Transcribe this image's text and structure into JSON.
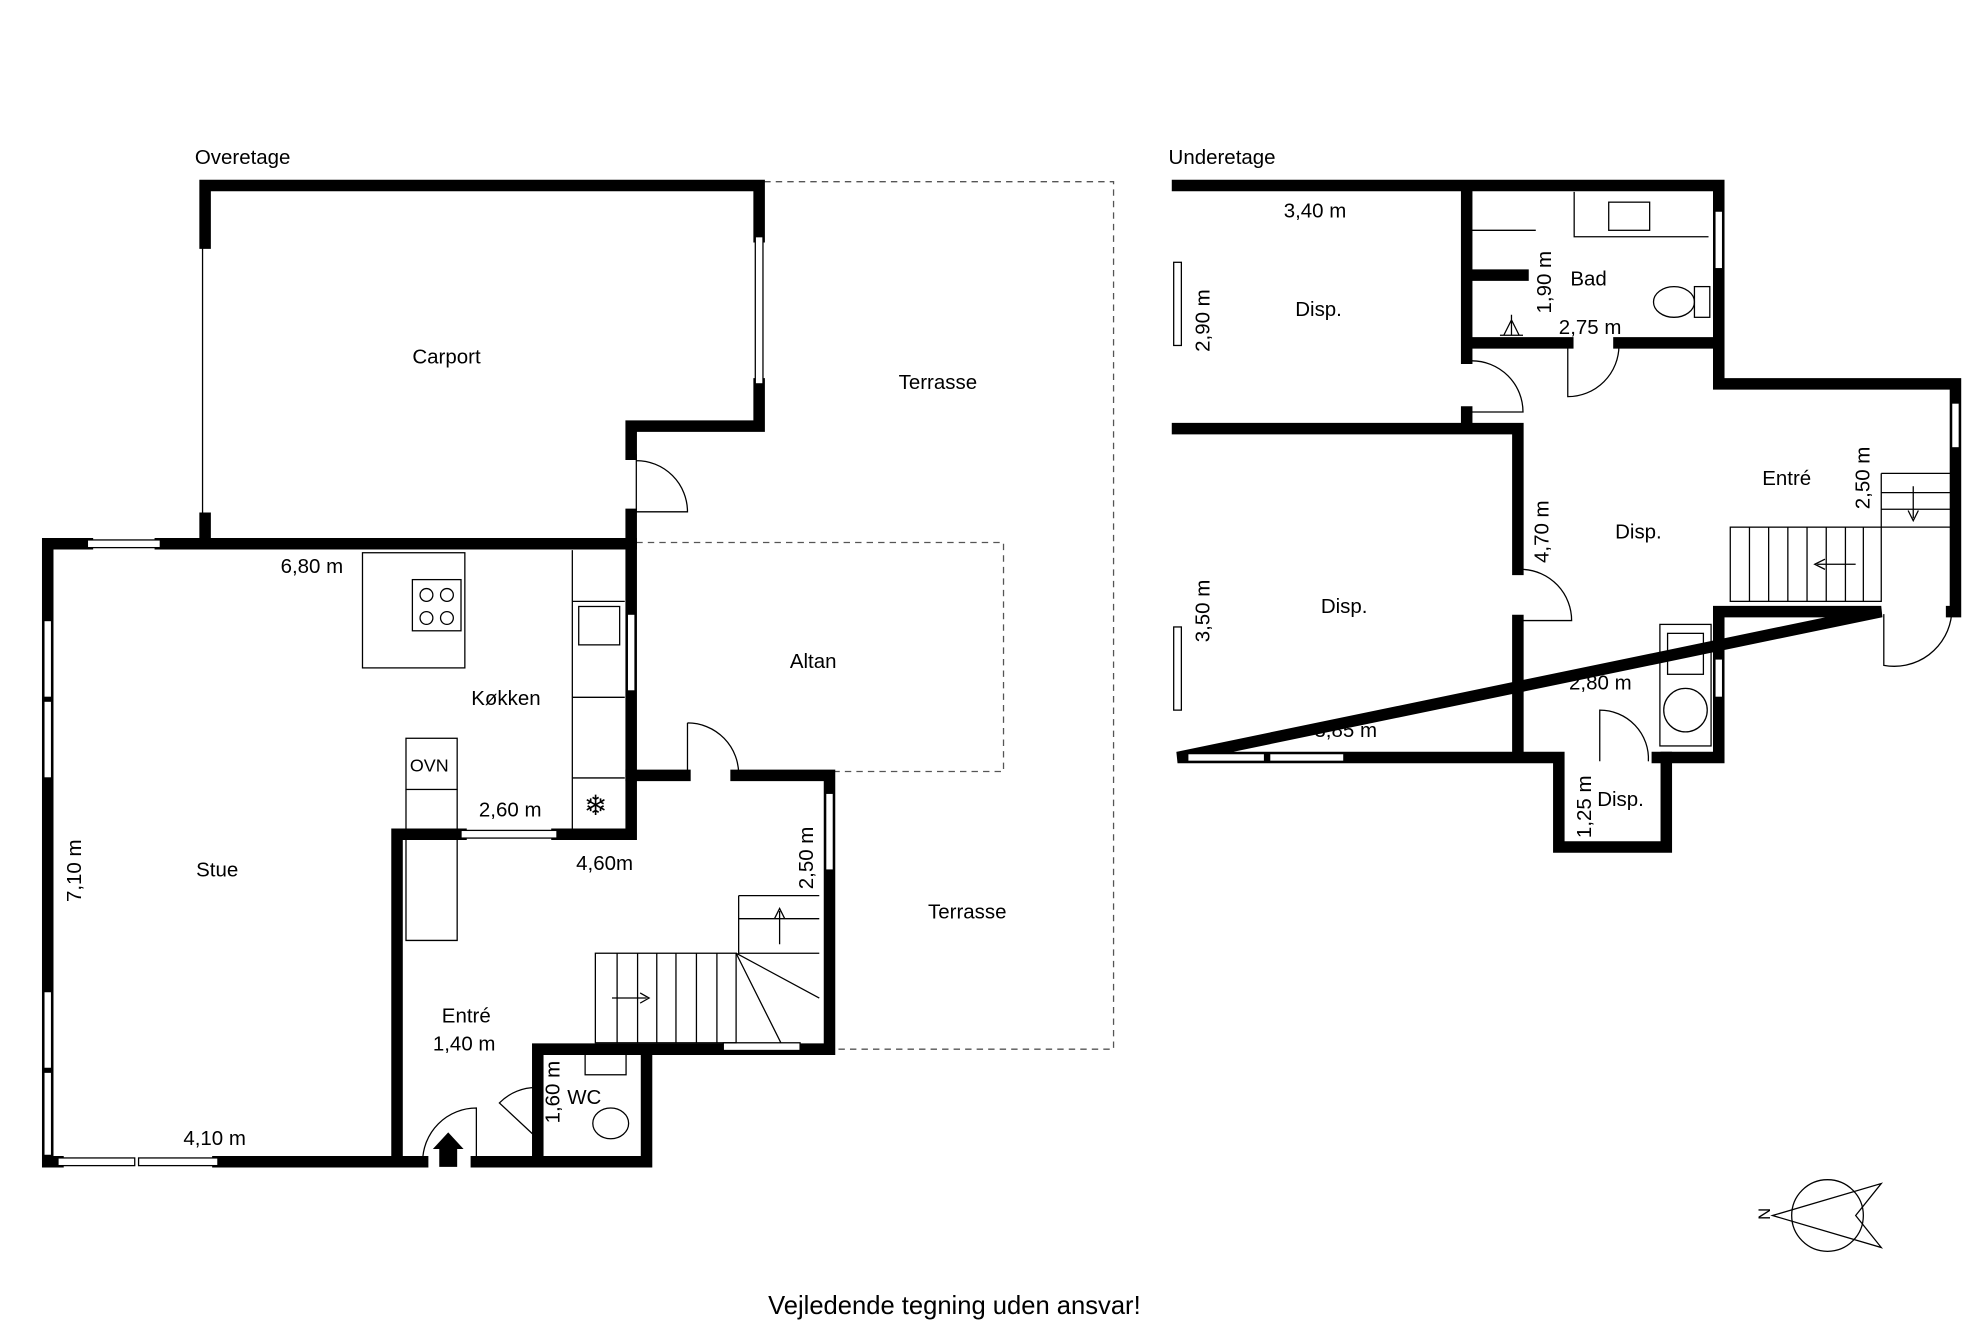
{
  "floors": {
    "upper": {
      "title": "Overetage",
      "rooms": {
        "carport": "Carport",
        "terrasse_top": "Terrasse",
        "terrasse_bottom": "Terrasse",
        "altan": "Altan",
        "kokken": "Køkken",
        "stue": "Stue",
        "entre": "Entré",
        "wc": "WC",
        "ovn": "OVN"
      },
      "dims": {
        "d680": "6,80 m",
        "d260": "2,60 m",
        "d460": "4,60m",
        "d250": "2,50 m",
        "d710": "7,10 m",
        "d410": "4,10 m",
        "d140": "1,40 m",
        "d160": "1,60 m"
      }
    },
    "lower": {
      "title": "Underetage",
      "rooms": {
        "disp1": "Disp.",
        "bad": "Bad",
        "disp2": "Disp.",
        "disp3": "Disp.",
        "entre": "Entré",
        "disp4": "Disp."
      },
      "dims": {
        "d340": "3,40 m",
        "d290": "2,90 m",
        "d190": "1,90 m",
        "d275": "2,75 m",
        "d250": "2,50 m",
        "d470": "4,70 m",
        "d350": "3,50 m",
        "d385": "3,85 m",
        "d280": "2,80 m",
        "d125": "1,25 m"
      }
    }
  },
  "compass": {
    "north_label": "N"
  },
  "footer": "Vejledende tegning uden ansvar!"
}
